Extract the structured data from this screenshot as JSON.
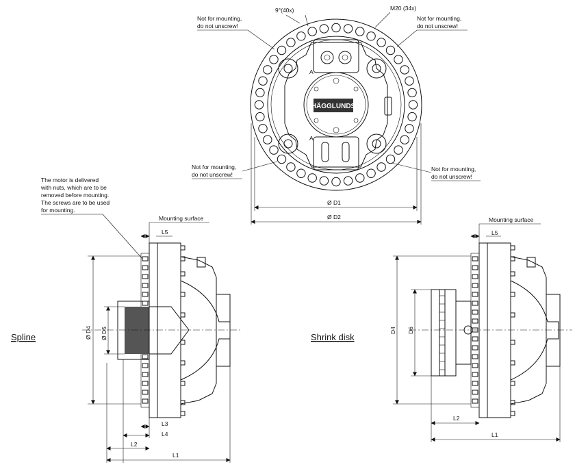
{
  "top_view": {
    "bolt_angle": "9°(40x)",
    "bolt_thread": "M20 (34x)",
    "warning_line1": "Not for mounting,",
    "warning_line2": "do not unscrew!",
    "brand": "HÄGGLUNDS",
    "dim_d1": "Ø D1",
    "dim_d2": "Ø D2",
    "port_mark": "A"
  },
  "spline_view": {
    "title": "Spline",
    "note_lines": [
      "The motor is delivered",
      "with nuts, which are to be",
      "removed before mounting.",
      "The screws are to be used",
      "for mounting."
    ],
    "mounting_surface": "Mounting surface",
    "l1": "L1",
    "l2": "L2",
    "l3": "L3",
    "l4": "L4",
    "l5": "L5",
    "d4": "Ø D4",
    "d5": "Ø D5"
  },
  "shrink_view": {
    "title": "Shrink disk",
    "mounting_surface": "Mounting surface",
    "l1": "L1",
    "l2": "L2",
    "l5": "L5",
    "d4": "D4",
    "d6": "D6"
  }
}
